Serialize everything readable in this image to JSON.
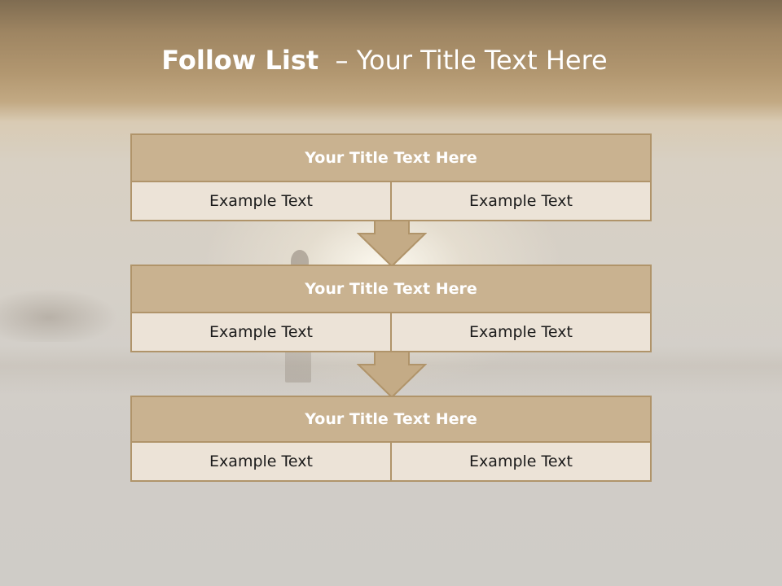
{
  "slide": {
    "title_bold": "Follow List",
    "title_rest": "  – Your Title Text Here"
  },
  "blocks": [
    {
      "title": "Your Title Text Here",
      "cells": [
        "Example Text",
        "Example Text"
      ]
    },
    {
      "title": "Your Title Text Here",
      "cells": [
        "Example Text",
        "Example Text"
      ]
    },
    {
      "title": "Your Title Text Here",
      "cells": [
        "Example Text",
        "Example Text"
      ]
    }
  ],
  "colors": {
    "header_fill": "#c9b290",
    "border": "#b0946a",
    "cell_fill": "#ece3d7",
    "arrow_fill": "#c4ab86"
  },
  "icons": {
    "connector": "down-arrow-icon"
  }
}
